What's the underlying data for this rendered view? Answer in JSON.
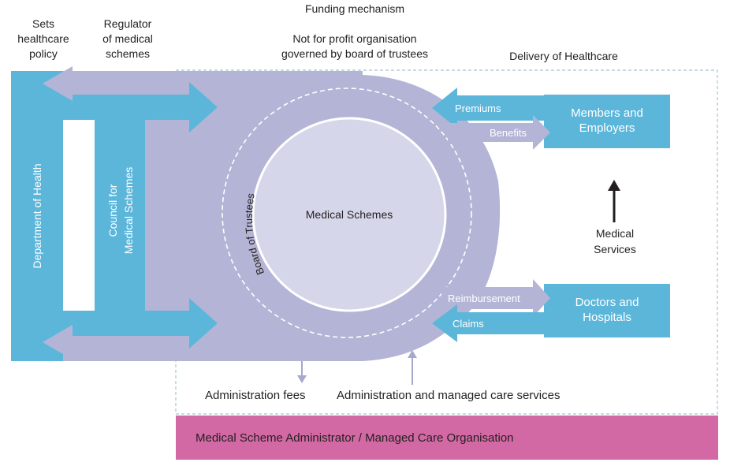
{
  "diagram": {
    "title": "Funding mechanism",
    "subtitle_line1": "Not for profit organisation",
    "subtitle_line2": "governed by board of trustees",
    "sets_policy_line1": "Sets",
    "sets_policy_line2": "healthcare",
    "sets_policy_line3": "policy",
    "regulator_line1": "Regulator",
    "regulator_line2": "of medical",
    "regulator_line3": "schemes",
    "delivery_label": "Delivery of Healthcare",
    "department_of_health": "Department of Health",
    "council_line1": "Council for",
    "council_line2": "Medical Schemes",
    "board_of_trustees": "Board of Trustees",
    "medical_schemes": "Medical Schemes",
    "premiums": "Premiums",
    "benefits": "Benefits",
    "members_line1": "Members and",
    "members_line2": "Employers",
    "medical_services_line1": "Medical",
    "medical_services_line2": "Services",
    "reimbursement": "Reimbursement",
    "claims": "Claims",
    "doctors_line1": "Doctors and",
    "doctors_line2": "Hospitals",
    "administration_fees": "Administration fees",
    "admin_managed_care": "Administration and managed care services",
    "administrator_bar": "Medical Scheme Administrator / Managed Care Organisation",
    "colors": {
      "blue": "#5bb6da",
      "lavender": "#b4b5d6",
      "circle": "#d6d6ea",
      "pink": "#d369a4",
      "arrow_dark": "#231f20"
    }
  }
}
